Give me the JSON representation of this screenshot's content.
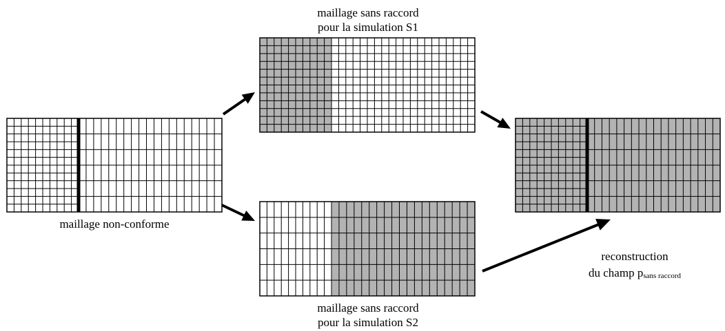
{
  "labels": {
    "nonconforming": "maillage non-conforme",
    "s1_line1": "maillage sans raccord",
    "s1_line2": "pour la simulation S1",
    "s2_line1": "maillage sans raccord",
    "s2_line2": "pour la simulation S2",
    "recon_line1": "reconstruction",
    "recon_line2_prefix": "du champ p",
    "recon_line2_subscript": "sans raccord"
  },
  "colors": {
    "shaded": "#b3b3b3",
    "line": "#000000",
    "background": "#ffffff"
  }
}
